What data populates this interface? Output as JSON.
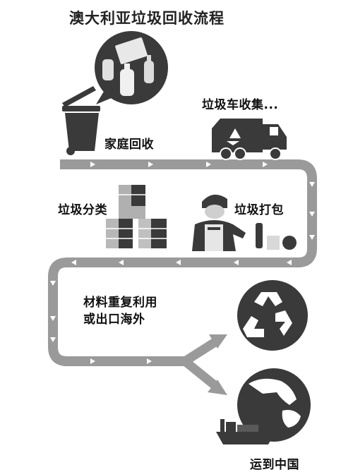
{
  "title": "澳大利亚垃圾回收流程",
  "steps": {
    "home_recycling": "家庭回收",
    "truck_collection": "垃圾车收集...",
    "sorting": "垃圾分类",
    "packing": "垃圾打包",
    "reuse_line1": "材料重复利用",
    "reuse_line2": "或出口海外",
    "ship_to_china": "运到中国"
  },
  "icons": [
    "waste-items-bubble-icon",
    "wheelie-bin-icon",
    "garbage-truck-icon",
    "recycle-icon",
    "sorted-bales-icon",
    "worker-icon",
    "recycle-symbol-icon",
    "globe-icon",
    "cargo-ship-icon"
  ]
}
